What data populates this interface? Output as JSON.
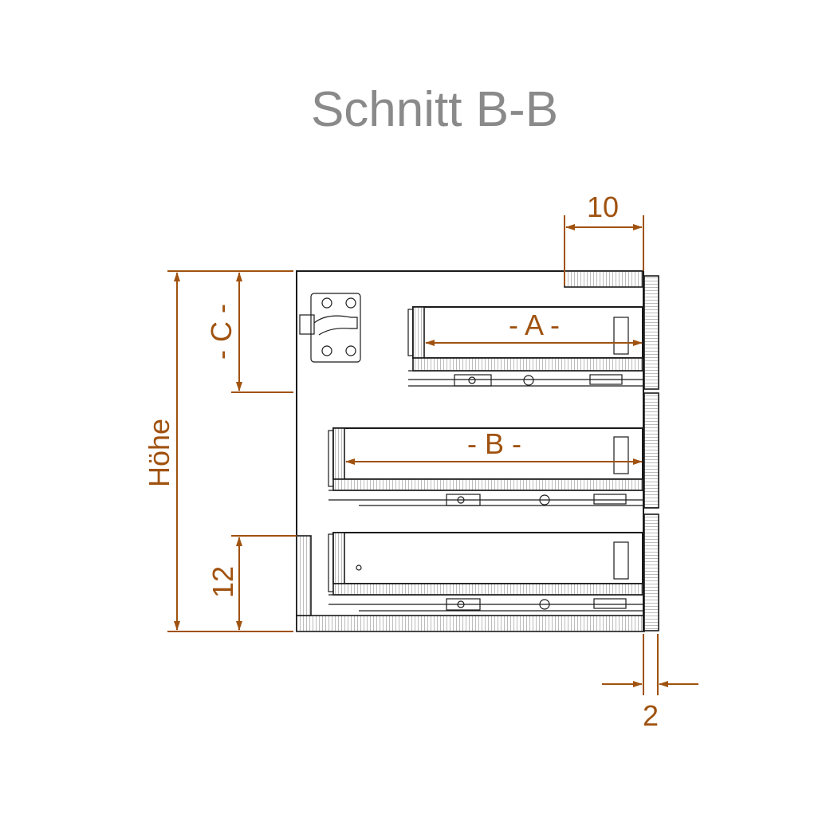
{
  "title": "Schnitt B-B",
  "dimensions": {
    "top_overlay": "10",
    "drawer_a": "- A -",
    "drawer_b": "- B -",
    "c_height": "- C -",
    "height": "Höhe",
    "bottom_panel": "12",
    "gap": "2"
  },
  "colors": {
    "title": "#8a8a8a",
    "dimension": "#a0520f",
    "outline": "#1a1a1a"
  }
}
